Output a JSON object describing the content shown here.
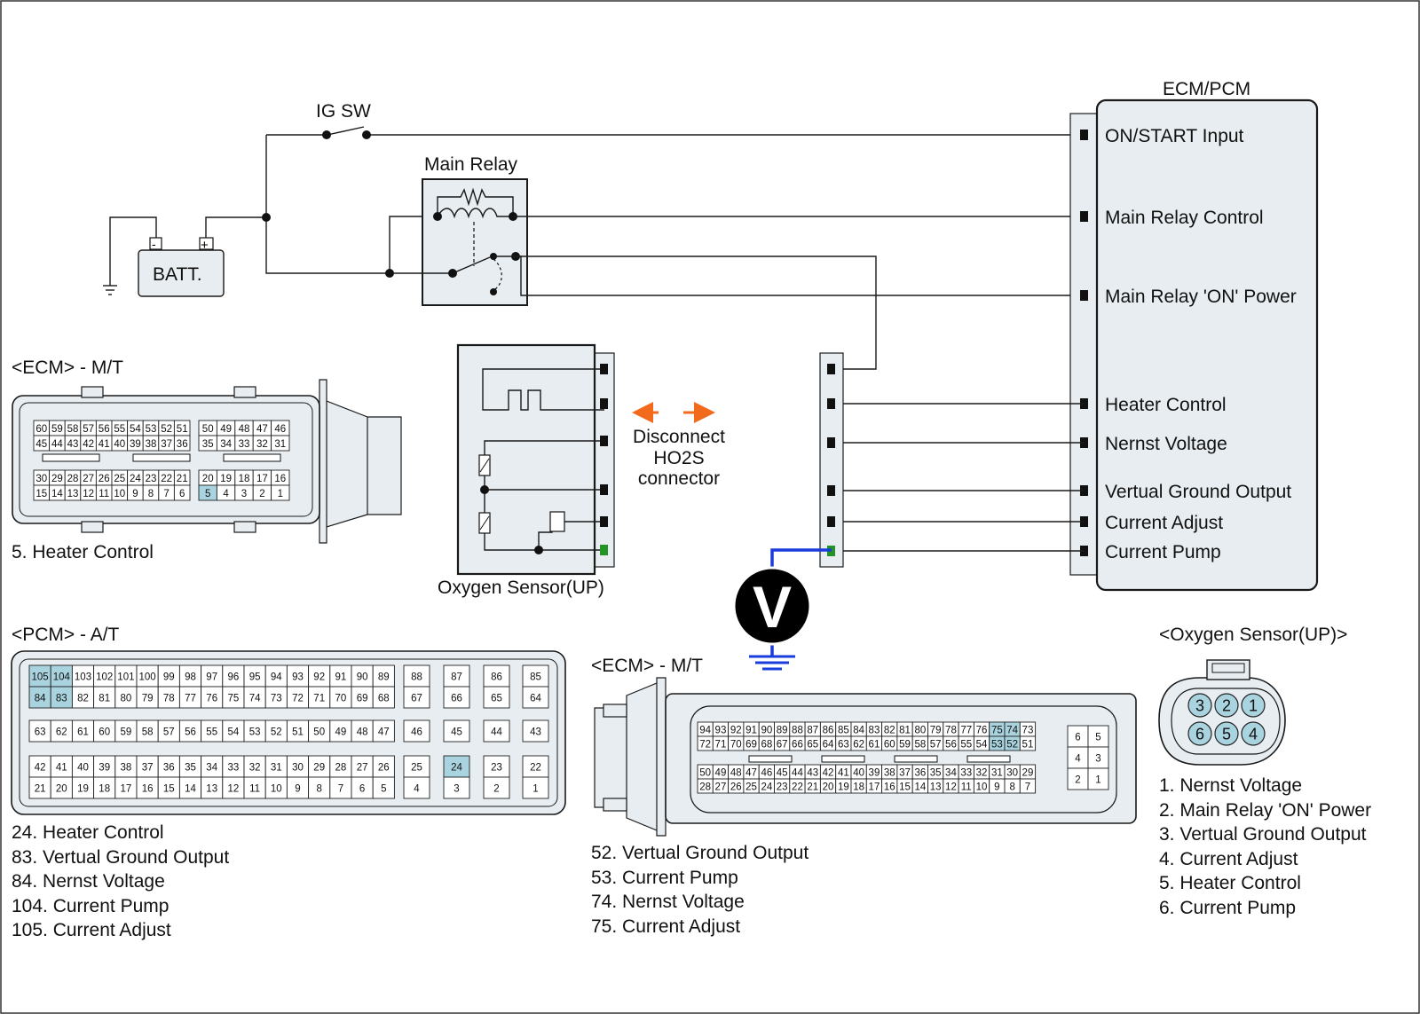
{
  "colors": {
    "highlight": "#a9d3df",
    "current_pump": "#239323",
    "probe_wire": "#1a3cdc",
    "arrow": "#f26a1b",
    "body_fill": "#e7edf0"
  },
  "circuit": {
    "ig_sw": "IG SW",
    "main_relay": "Main Relay",
    "battery": "BATT.",
    "ecm_title": "ECM/PCM",
    "ecm_pins": [
      "ON/START Input",
      "Main Relay Control",
      "Main Relay 'ON' Power",
      "Heater Control",
      "Nernst Voltage",
      "Vertual Ground Output",
      "Current Adjust",
      "Current Pump"
    ],
    "sensor_label": "Oxygen Sensor(UP)",
    "disconnect_note": [
      "Disconnect",
      "HO2S",
      "connector"
    ],
    "voltmeter_symbol": "V"
  },
  "ecm_mt_left": {
    "title": "<ECM> - M/T",
    "legend": [
      "5. Heater Control"
    ],
    "rows": [
      [
        "60",
        "59",
        "58",
        "57",
        "56",
        "55",
        "54",
        "53",
        "52",
        "51",
        "50",
        "49",
        "48",
        "47",
        "46"
      ],
      [
        "45",
        "44",
        "43",
        "42",
        "41",
        "40",
        "39",
        "38",
        "37",
        "36",
        "35",
        "34",
        "33",
        "32",
        "31"
      ],
      [
        "30",
        "29",
        "28",
        "27",
        "26",
        "25",
        "24",
        "23",
        "22",
        "21",
        "20",
        "19",
        "18",
        "17",
        "16"
      ],
      [
        "15",
        "14",
        "13",
        "12",
        "11",
        "10",
        "9",
        "8",
        "7",
        "6",
        "5",
        "4",
        "3",
        "2",
        "1"
      ]
    ],
    "highlight": [
      "5"
    ]
  },
  "pcm_at": {
    "title": "<PCM> - A/T",
    "legend": [
      "24. Heater Control",
      "83. Vertual Ground Output",
      "84. Nernst Voltage",
      "104. Current Pump",
      "105. Current Adjust"
    ],
    "rows": [
      [
        "105",
        "104",
        "103",
        "102",
        "101",
        "100",
        "99",
        "98",
        "97",
        "96",
        "95",
        "94",
        "93",
        "92",
        "91",
        "90",
        "89"
      ],
      [
        "84",
        "83",
        "82",
        "81",
        "80",
        "79",
        "78",
        "77",
        "76",
        "75",
        "74",
        "73",
        "72",
        "71",
        "70",
        "69",
        "68"
      ],
      [
        "63",
        "62",
        "61",
        "60",
        "59",
        "58",
        "57",
        "56",
        "55",
        "54",
        "53",
        "52",
        "51",
        "50",
        "49",
        "48",
        "47"
      ],
      [
        "42",
        "41",
        "40",
        "39",
        "38",
        "37",
        "36",
        "35",
        "34",
        "33",
        "32",
        "31",
        "30",
        "29",
        "28",
        "27",
        "26"
      ],
      [
        "21",
        "20",
        "19",
        "18",
        "17",
        "16",
        "15",
        "14",
        "13",
        "12",
        "11",
        "10",
        "9",
        "8",
        "7",
        "6",
        "5"
      ]
    ],
    "side_rows": [
      [
        "88",
        "87",
        "86",
        "85"
      ],
      [
        "67",
        "66",
        "65",
        "64"
      ],
      [
        "46",
        "45",
        "44",
        "43"
      ],
      [
        "25",
        "24",
        "23",
        "22"
      ],
      [
        "4",
        "3",
        "2",
        "1"
      ]
    ],
    "highlight": [
      "105",
      "104",
      "84",
      "83",
      "24"
    ]
  },
  "ecm_mt_center": {
    "title": "<ECM> - M/T",
    "legend": [
      "52. Vertual Ground Output",
      "53. Current Pump",
      "74. Nernst Voltage",
      "75. Current Adjust"
    ],
    "rows": [
      [
        "94",
        "93",
        "92",
        "91",
        "90",
        "89",
        "88",
        "87",
        "86",
        "85",
        "84",
        "83",
        "82",
        "81",
        "80",
        "79",
        "78",
        "77",
        "76",
        "75",
        "74",
        "73"
      ],
      [
        "72",
        "71",
        "70",
        "69",
        "68",
        "67",
        "66",
        "65",
        "64",
        "63",
        "62",
        "61",
        "60",
        "59",
        "58",
        "57",
        "56",
        "55",
        "54",
        "53",
        "52",
        "51"
      ],
      [
        "50",
        "49",
        "48",
        "47",
        "46",
        "45",
        "44",
        "43",
        "42",
        "41",
        "40",
        "39",
        "38",
        "37",
        "36",
        "35",
        "34",
        "33",
        "32",
        "31",
        "30",
        "29"
      ],
      [
        "28",
        "27",
        "26",
        "25",
        "24",
        "23",
        "22",
        "21",
        "20",
        "19",
        "18",
        "17",
        "16",
        "15",
        "14",
        "13",
        "12",
        "11",
        "10",
        "9",
        "8",
        "7"
      ]
    ],
    "side_rows": [
      [
        "6",
        "5"
      ],
      [
        "4",
        "3"
      ],
      [
        "2",
        "1"
      ]
    ],
    "highlight": [
      "75",
      "74",
      "53",
      "52"
    ]
  },
  "o2_connector": {
    "title": "<Oxygen Sensor(UP)>",
    "pins_top": [
      "3",
      "2",
      "1"
    ],
    "pins_bottom": [
      "6",
      "5",
      "4"
    ],
    "legend": [
      "1. Nernst Voltage",
      "2. Main Relay 'ON' Power",
      "3. Vertual Ground Output",
      "4. Current Adjust",
      "5. Heater Control",
      "6. Current Pump"
    ]
  }
}
